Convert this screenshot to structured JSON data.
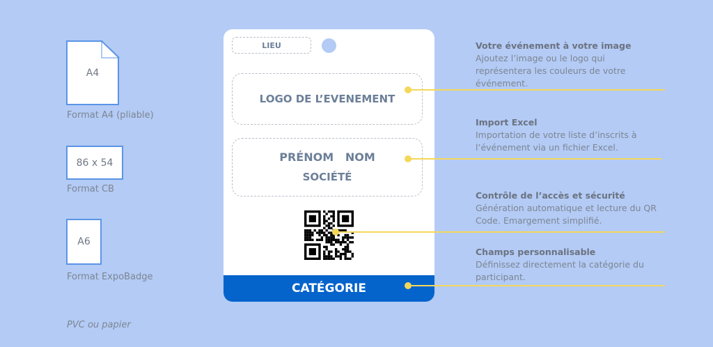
{
  "formats": [
    {
      "icon_label": "A4",
      "label": "Format A4 (pliable)"
    },
    {
      "icon_label": "86 x 54",
      "label": "Format CB"
    },
    {
      "icon_label": "A6",
      "label": "Format ExpoBadge"
    }
  ],
  "material_note": "PVC ou papier",
  "badge": {
    "venue": "LIEU",
    "logo": "LOGO DE L’EVENEMENT",
    "name": "PRÉNOM   NOM",
    "company": "SOCIÉTÉ",
    "category": "CATÉGORIE"
  },
  "features": [
    {
      "title": "Votre événement à votre image",
      "text": "Ajoutez l’image ou le logo qui représentera les couleurs de votre événement."
    },
    {
      "title": "Import Excel",
      "text": "Importation de votre liste d’inscrits à l’événement via un fichier Excel."
    },
    {
      "title": "Contrôle de l’accès et sécurité",
      "text": "Génération automatique et lecture du QR Code. Emargement simplifié."
    },
    {
      "title": "Champs personnalisable",
      "text": "Définissez directement la catégorie du participant."
    }
  ],
  "colors": {
    "background": "#b3cbf5",
    "accent": "#0563cc",
    "connector": "#f5d75a"
  }
}
